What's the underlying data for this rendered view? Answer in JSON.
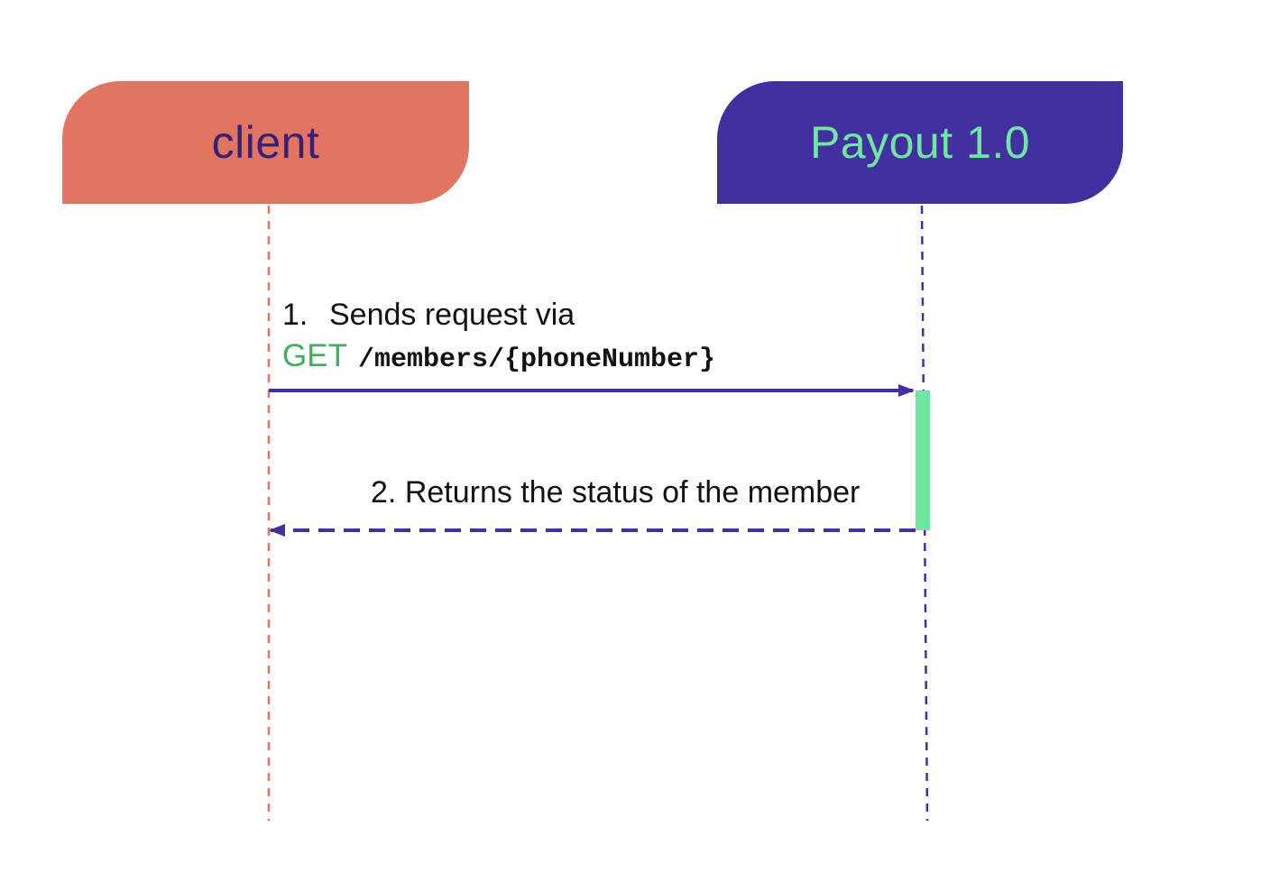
{
  "participants": {
    "client": {
      "label": "client",
      "fill": "#e27462",
      "text_color": "#3a1f78"
    },
    "payout": {
      "label": "Payout 1.0",
      "fill": "#4330a0",
      "text_color": "#6ee7a0"
    }
  },
  "messages": [
    {
      "number": "1.",
      "text": "Sends request via",
      "method": "GET",
      "method_color": "#3fae5f",
      "path": "/members/{phoneNumber}",
      "style": "solid",
      "direction": "client-to-payout"
    },
    {
      "number": "2.",
      "text": "Returns the status of the member",
      "style": "dashed",
      "direction": "payout-to-client"
    }
  ],
  "colors": {
    "arrow": "#4330a0",
    "client_lifeline": "#e27462",
    "payout_lifeline": "#4330a0",
    "activation": "#6ee7a0"
  }
}
